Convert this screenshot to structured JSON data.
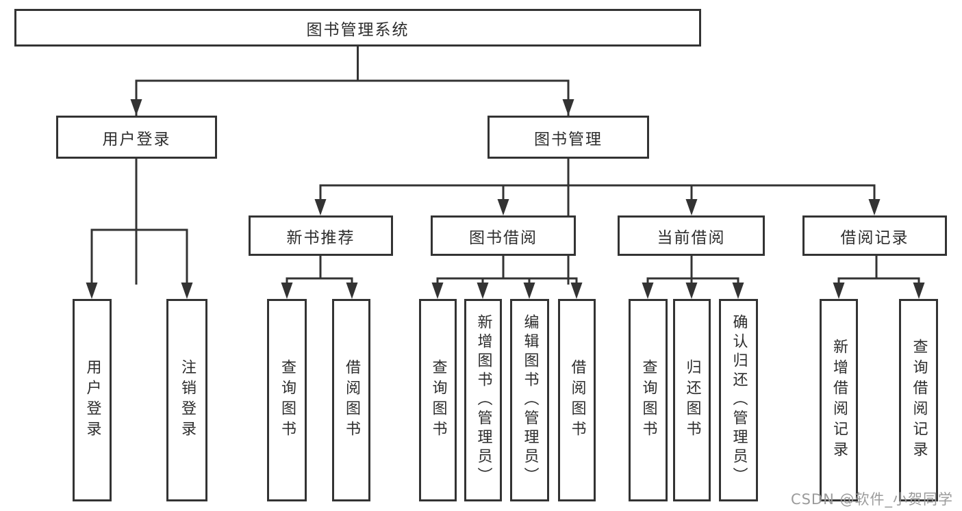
{
  "tree": {
    "root": {
      "label": "图书管理系统",
      "children": [
        {
          "label": "用户登录",
          "children": [
            {
              "label": "用户登录"
            },
            {
              "label": "注销登录"
            }
          ]
        },
        {
          "label": "图书管理",
          "children": [
            {
              "label": "新书推荐",
              "children": [
                {
                  "label": "查询图书"
                },
                {
                  "label": "借阅图书"
                }
              ]
            },
            {
              "label": "图书借阅",
              "children": [
                {
                  "label": "查询图书"
                },
                {
                  "label": "新增图书（管理员）"
                },
                {
                  "label": "编辑图书（管理员）"
                },
                {
                  "label": "借阅图书"
                }
              ]
            },
            {
              "label": "当前借阅",
              "children": [
                {
                  "label": "查询图书"
                },
                {
                  "label": "归还图书"
                },
                {
                  "label": "确认归还（管理员）"
                }
              ]
            },
            {
              "label": "借阅记录",
              "children": [
                {
                  "label": "新增借阅记录"
                },
                {
                  "label": "查询借阅记录"
                }
              ]
            }
          ]
        }
      ]
    }
  },
  "watermark": {
    "text": "CSDN @软件_小贺同学"
  },
  "colors": {
    "line": "#333333",
    "box_border": "#333333",
    "text": "#2d2d2d",
    "watermark": "#9b9b9b",
    "background": "#ffffff"
  }
}
